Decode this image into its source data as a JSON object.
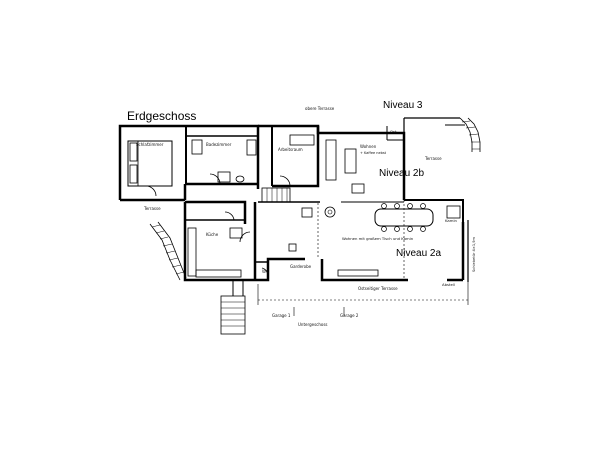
{
  "plan": {
    "title": "Erdgeschoss",
    "levels": {
      "n3": "Niveau  3",
      "n2b": "Niveau  2b",
      "n2a": "Niveau  2a"
    },
    "rooms": {
      "schlafzimmer": "Schlafzimmer",
      "badezimmer": "Badezimmer",
      "arbeitsraum": "Arbeitsraum",
      "wohnen": "Wohnen",
      "wohnen_sub": "+ Kaffee nebst",
      "kueche": "Küche",
      "wohnen_gross": "Wohnen mit großem Tisch und Kamin",
      "garderobe": "Garderobe",
      "wc": "WC",
      "kamin": "Kamin",
      "abstell": "Abstell"
    },
    "areas": {
      "obere_terrasse": "obere Terrasse",
      "terrasse_left": "Terrasse",
      "terrasse_right": "Terrasse",
      "ost": "Ost",
      "sued_terrasse": "Ostseitiger Terrasse",
      "garage1": "Garage 1",
      "garage2": "Garage 2",
      "einfahrt": "Untergeschoss",
      "schiebetuer": "Schiebetür 4×1,9m"
    }
  }
}
